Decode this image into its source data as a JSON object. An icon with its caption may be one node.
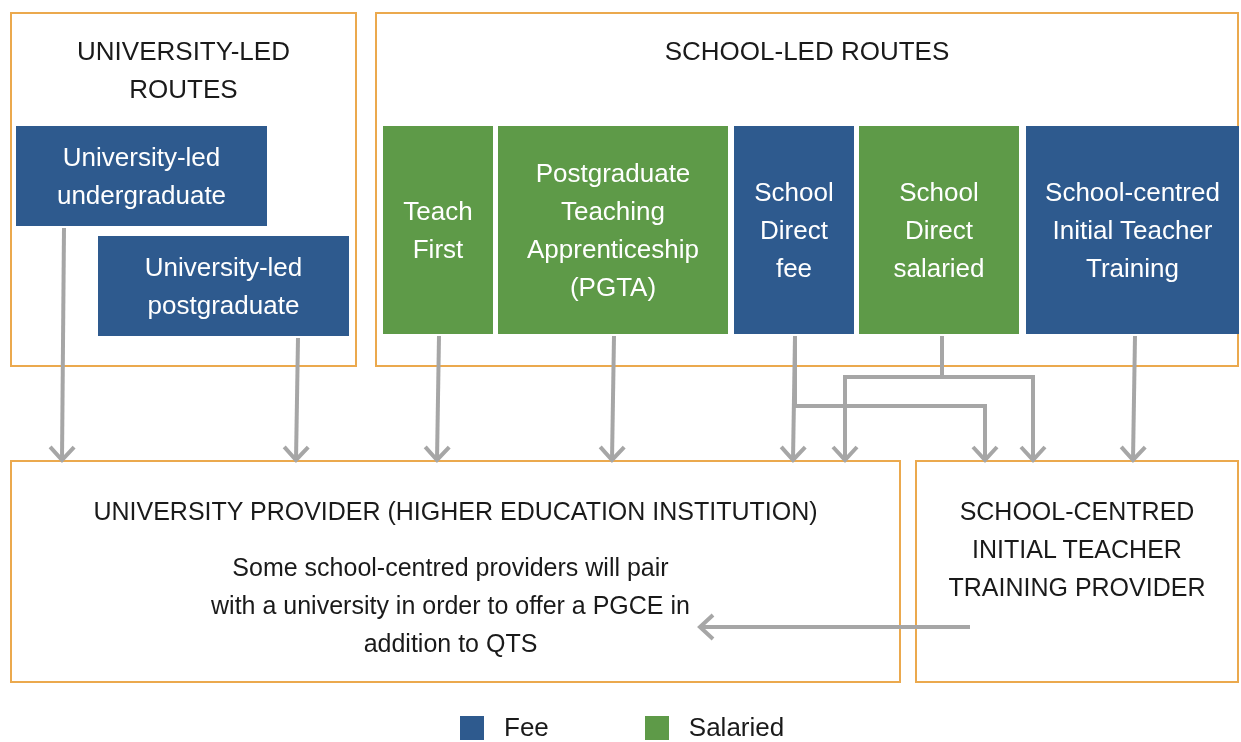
{
  "diagram": {
    "nodes": [
      {
        "text": [
          "UNIVERSITY-LED ROUTES"
        ]
      },
      {
        "text": [
          "University-led undergraduate"
        ],
        "in": 0
      },
      {
        "text": [
          "University-led postgraduate"
        ],
        "in": 0
      },
      {
        "text": [
          "SCHOOL-LED ROUTES"
        ]
      },
      {
        "text": [
          "Teach First"
        ],
        "in": 3
      },
      {
        "text": [
          "Postgraduate Teaching Apprenticeship (PGTA)"
        ],
        "in": 3
      },
      {
        "text": [
          "School Direct fee"
        ],
        "in": 3
      },
      {
        "text": [
          "School Direct salaried"
        ],
        "in": 3
      },
      {
        "text": [
          "School-centred Initial Teacher Training"
        ],
        "in": 3
      },
      {
        "text": [
          "UNIVERSITY PROVIDER (HIGHER EDUCATION INSTITUTION)",
          "Some school-centred providers will pair with a university in order to offer a PGCE in addition to QTS"
        ]
      },
      {
        "text": [
          "SCHOOL-CENTRED INITIAL TEACHER TRAINING PROVIDER"
        ]
      }
    ],
    "edges": [
      {
        "from": 1,
        "to": 9,
        "arrow": "to"
      },
      {
        "from": 2,
        "to": 9,
        "arrow": "to"
      },
      {
        "from": 4,
        "to": 9,
        "arrow": "to"
      },
      {
        "from": 5,
        "to": 9,
        "arrow": "to"
      },
      {
        "from": 6,
        "to": 9,
        "arrow": "to"
      },
      {
        "from": 6,
        "to": 10,
        "arrow": "to"
      },
      {
        "from": 7,
        "to": 9,
        "arrow": "to"
      },
      {
        "from": 7,
        "to": 10,
        "arrow": "to"
      },
      {
        "from": 8,
        "to": 10,
        "arrow": "to"
      },
      {
        "from": 10,
        "to": 9,
        "arrow": "to"
      }
    ],
    "legend": [
      {
        "text": "Fee",
        "color": "#2e5a8e"
      },
      {
        "text": "Salaried",
        "color": "#5e9a48"
      }
    ]
  }
}
